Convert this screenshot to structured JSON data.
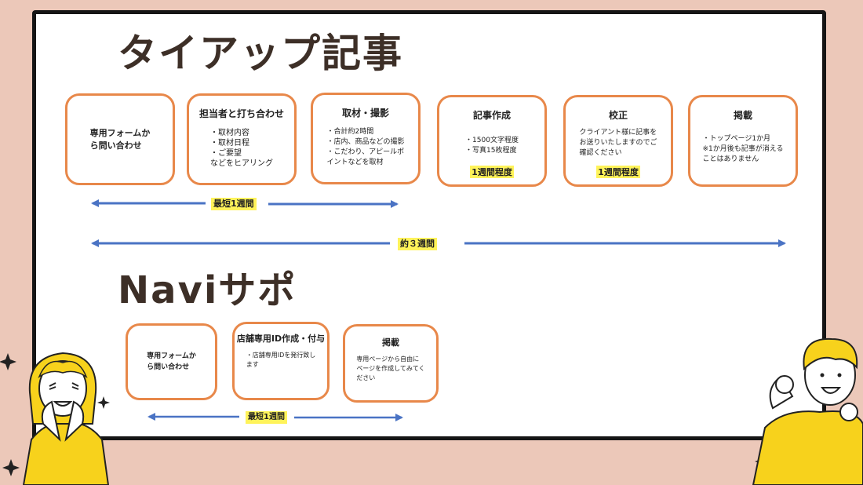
{
  "tieup": {
    "title": "タイアップ記事",
    "steps": [
      {
        "content": "専用フォームか\nら問い合わせ"
      },
      {
        "heading": "担当者と打ち合わせ",
        "body": "・取材内容\n・取材日程\n・ご要望\nなどをヒアリング"
      },
      {
        "heading": "取材・撮影",
        "body": "・合計約2時間\n・店内、商品などの撮影\n・こだわり、アピールポ\nイントなどを取材"
      },
      {
        "heading": "記事作成",
        "body": "・1500文字程度\n・写真15枚程度",
        "highlight": "1週間程度"
      },
      {
        "heading": "校正",
        "body": "クライアント様に記事を\nお送りいたしますのでご\n確認ください",
        "highlight": "1週間程度"
      },
      {
        "heading": "掲載",
        "body": "・トップページ1か月\n※1か月後も記事が消える\nことはありません"
      }
    ],
    "short_label": "最短1週間",
    "total_label": "約３週間"
  },
  "navi": {
    "title": "Naviサポ",
    "steps": [
      {
        "content": "専用フォームか\nら問い合わせ"
      },
      {
        "heading": "店舗専用ID作成・付与",
        "body": "・店舗専用IDを発行致し\nます"
      },
      {
        "heading": "掲載",
        "body": "専用ページから自由に\nページを作成してみてく\nださい"
      }
    ],
    "short_label": "最短1週間"
  },
  "colors": {
    "arrow": "#4a73c4",
    "card_border": "#e8884a",
    "highlight": "#fff35a",
    "shirt": "#f7d21c"
  }
}
